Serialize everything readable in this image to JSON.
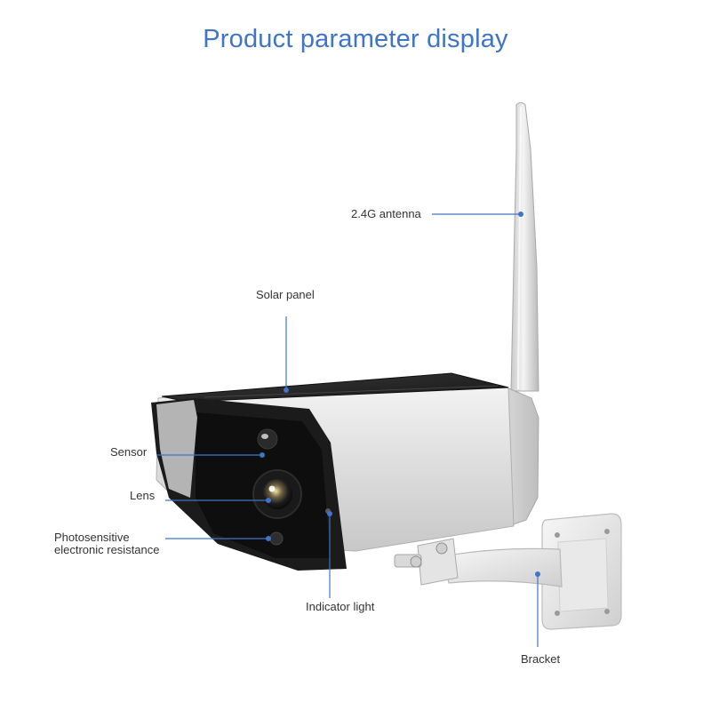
{
  "title": "Product parameter display",
  "labels": {
    "antenna": "2.4G antenna",
    "solar_panel": "Solar panel",
    "sensor": "Sensor",
    "lens": "Lens",
    "photosensitive_line1": "Photosensitive",
    "photosensitive_line2": "electronic resistance",
    "indicator_light": "Indicator light",
    "bracket": "Bracket"
  },
  "colors": {
    "title": "#3f74c7",
    "callout": "#3f74c7",
    "label_text": "#333333"
  }
}
